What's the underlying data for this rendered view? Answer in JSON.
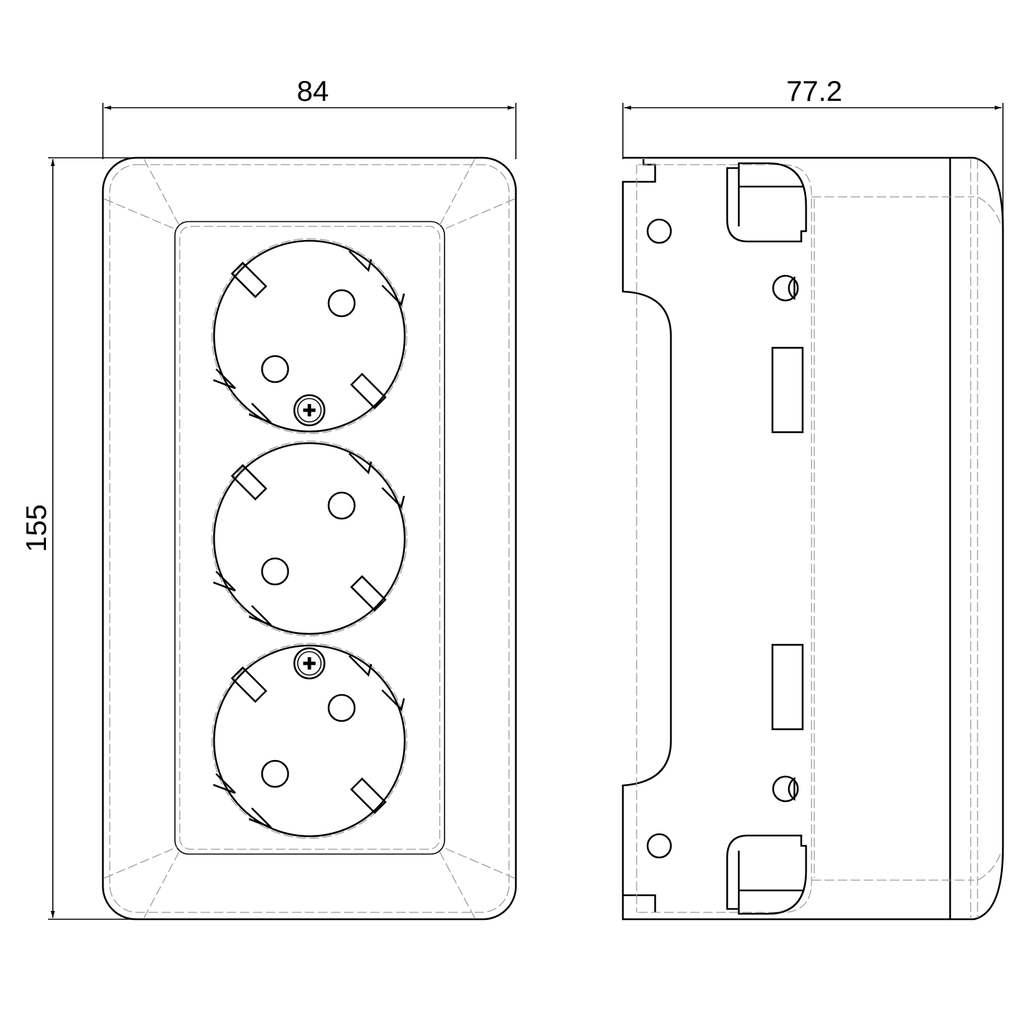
{
  "dimensions": {
    "front_width": "84",
    "side_depth": "77.2",
    "height": "155"
  },
  "views": {
    "front": {
      "socket_count": 3,
      "screw_on_sockets": [
        1,
        3
      ]
    },
    "side": {
      "clip_count": 2
    }
  }
}
